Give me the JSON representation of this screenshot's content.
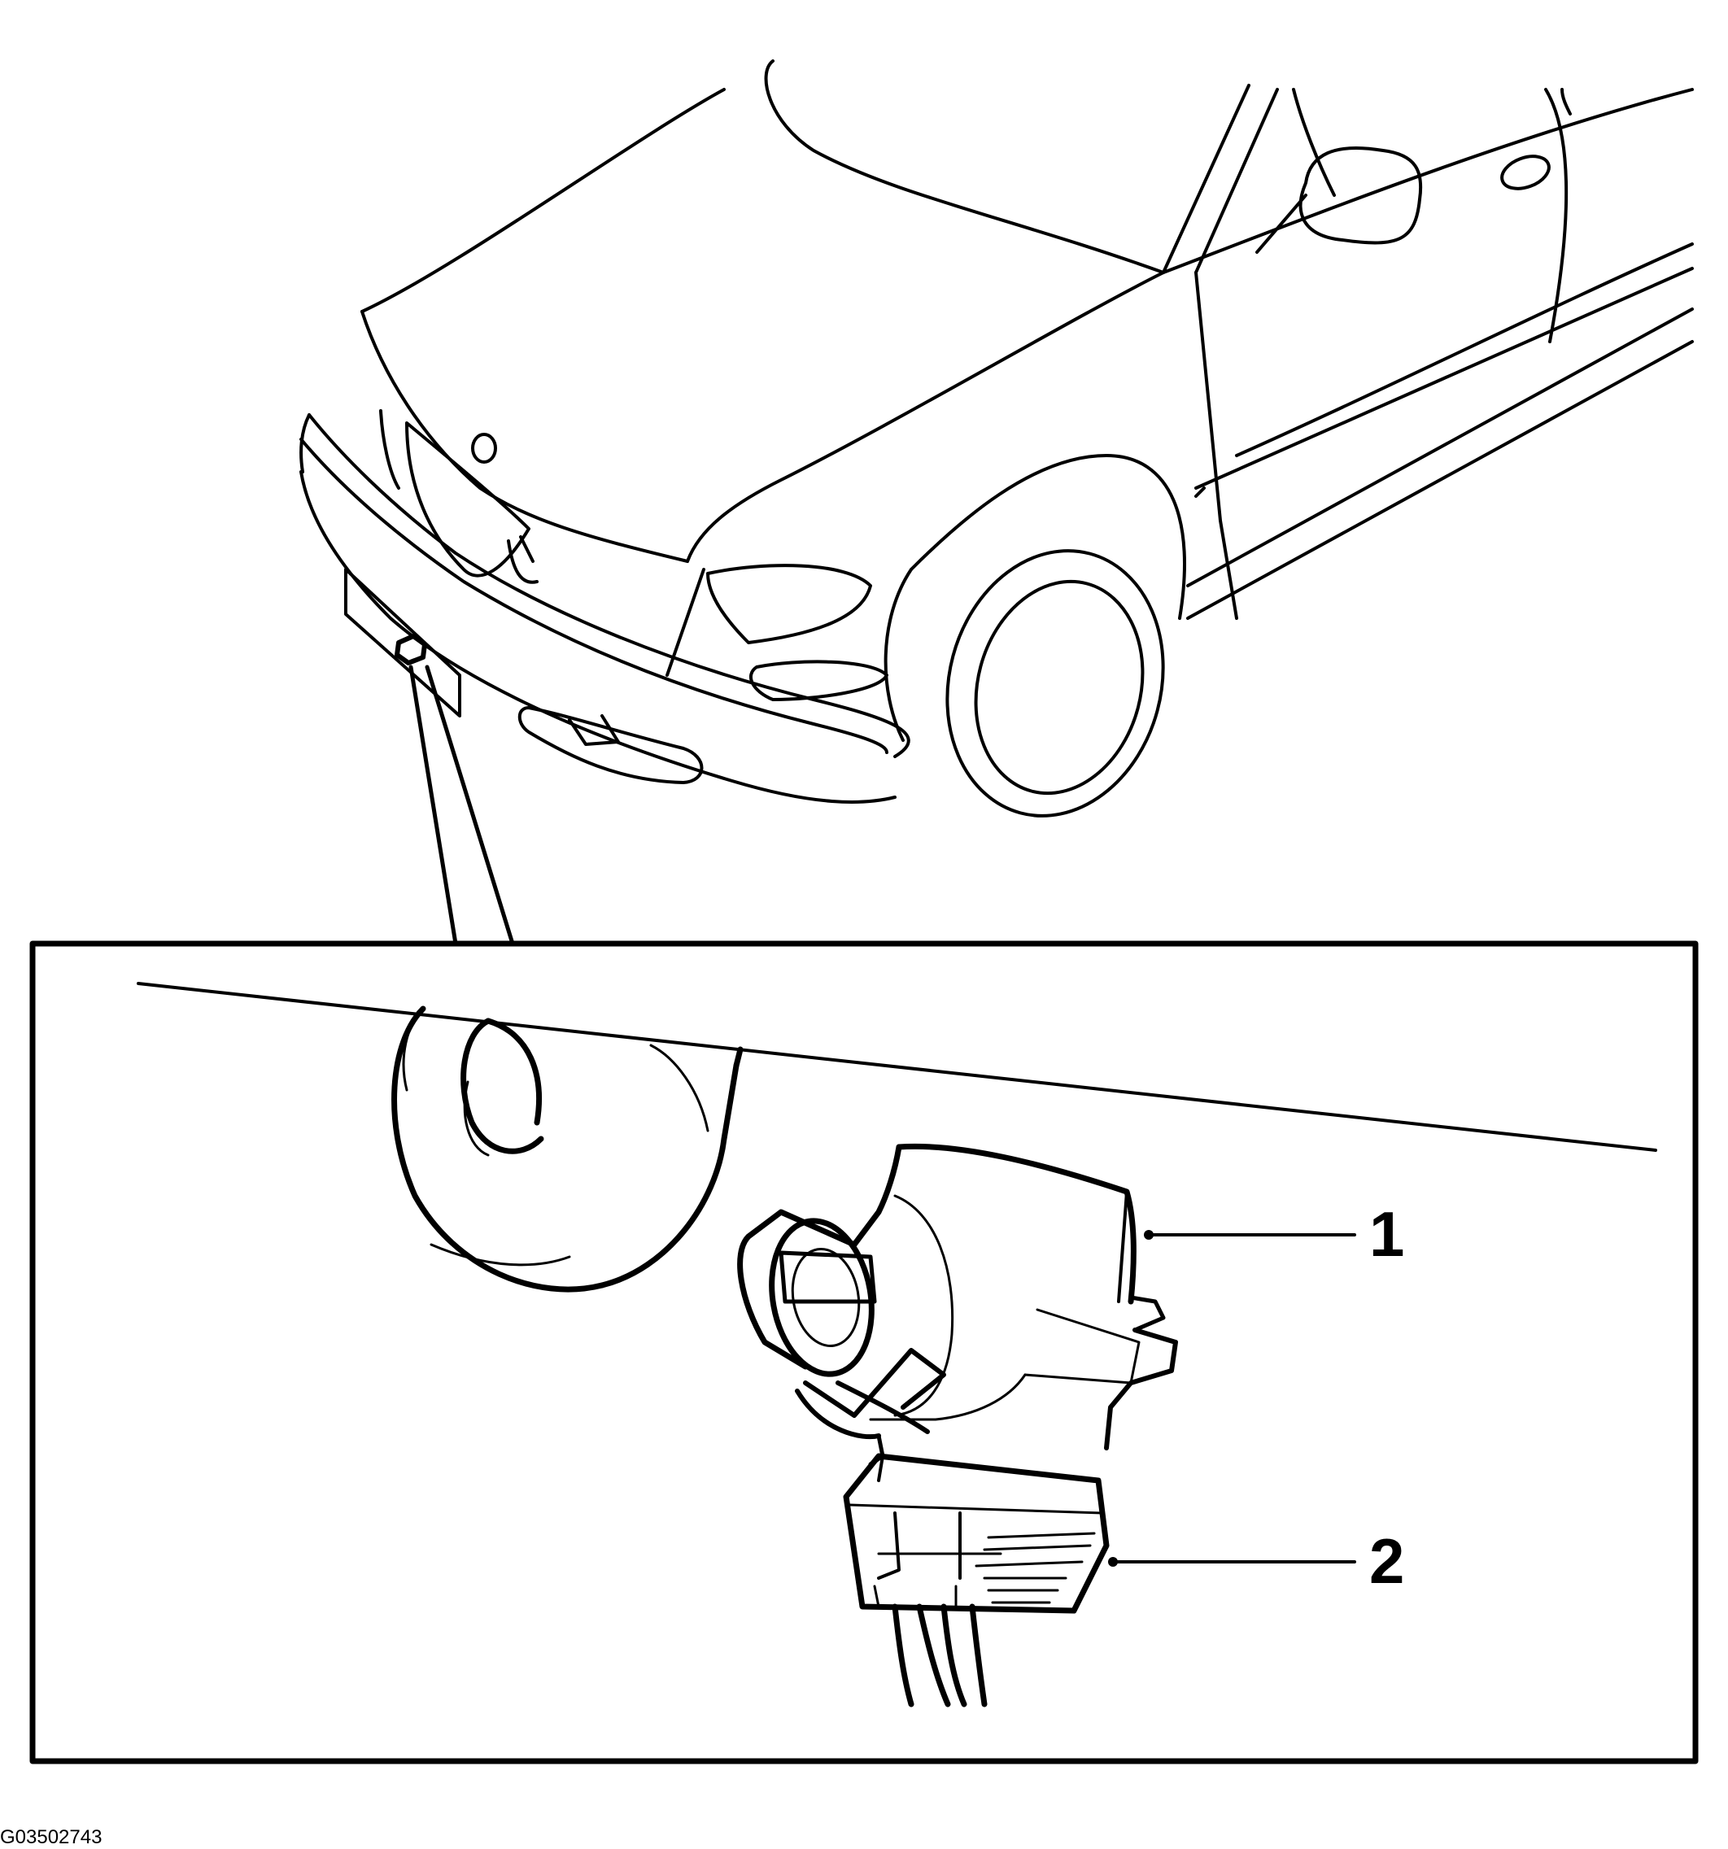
{
  "figure_id": "G03502743",
  "callouts": {
    "item_1": "1",
    "item_2": "2"
  },
  "colors": {
    "ink": "#000000",
    "paper": "#ffffff"
  }
}
